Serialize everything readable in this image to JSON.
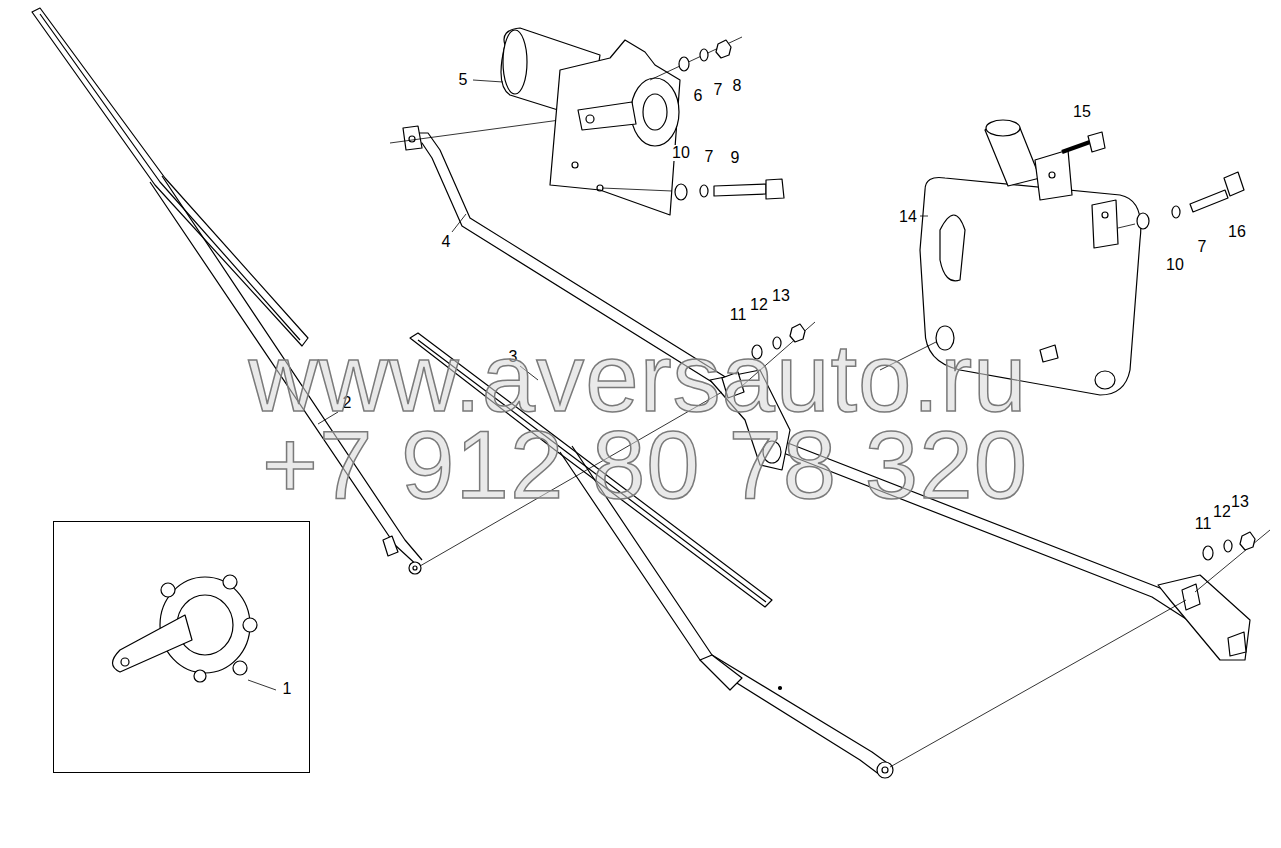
{
  "diagram": {
    "nodes": [
      {
        "text": [
          "1"
        ]
      }
    ],
    "labels": [
      "5",
      "6",
      "7",
      "8",
      "15",
      "10",
      "7",
      "9",
      "14",
      "4",
      "10",
      "7",
      "16",
      "11",
      "12",
      "13",
      "3",
      "2",
      "www.aversauto.ru",
      "+7 912 80 78 320",
      "11",
      "12",
      "13"
    ]
  }
}
